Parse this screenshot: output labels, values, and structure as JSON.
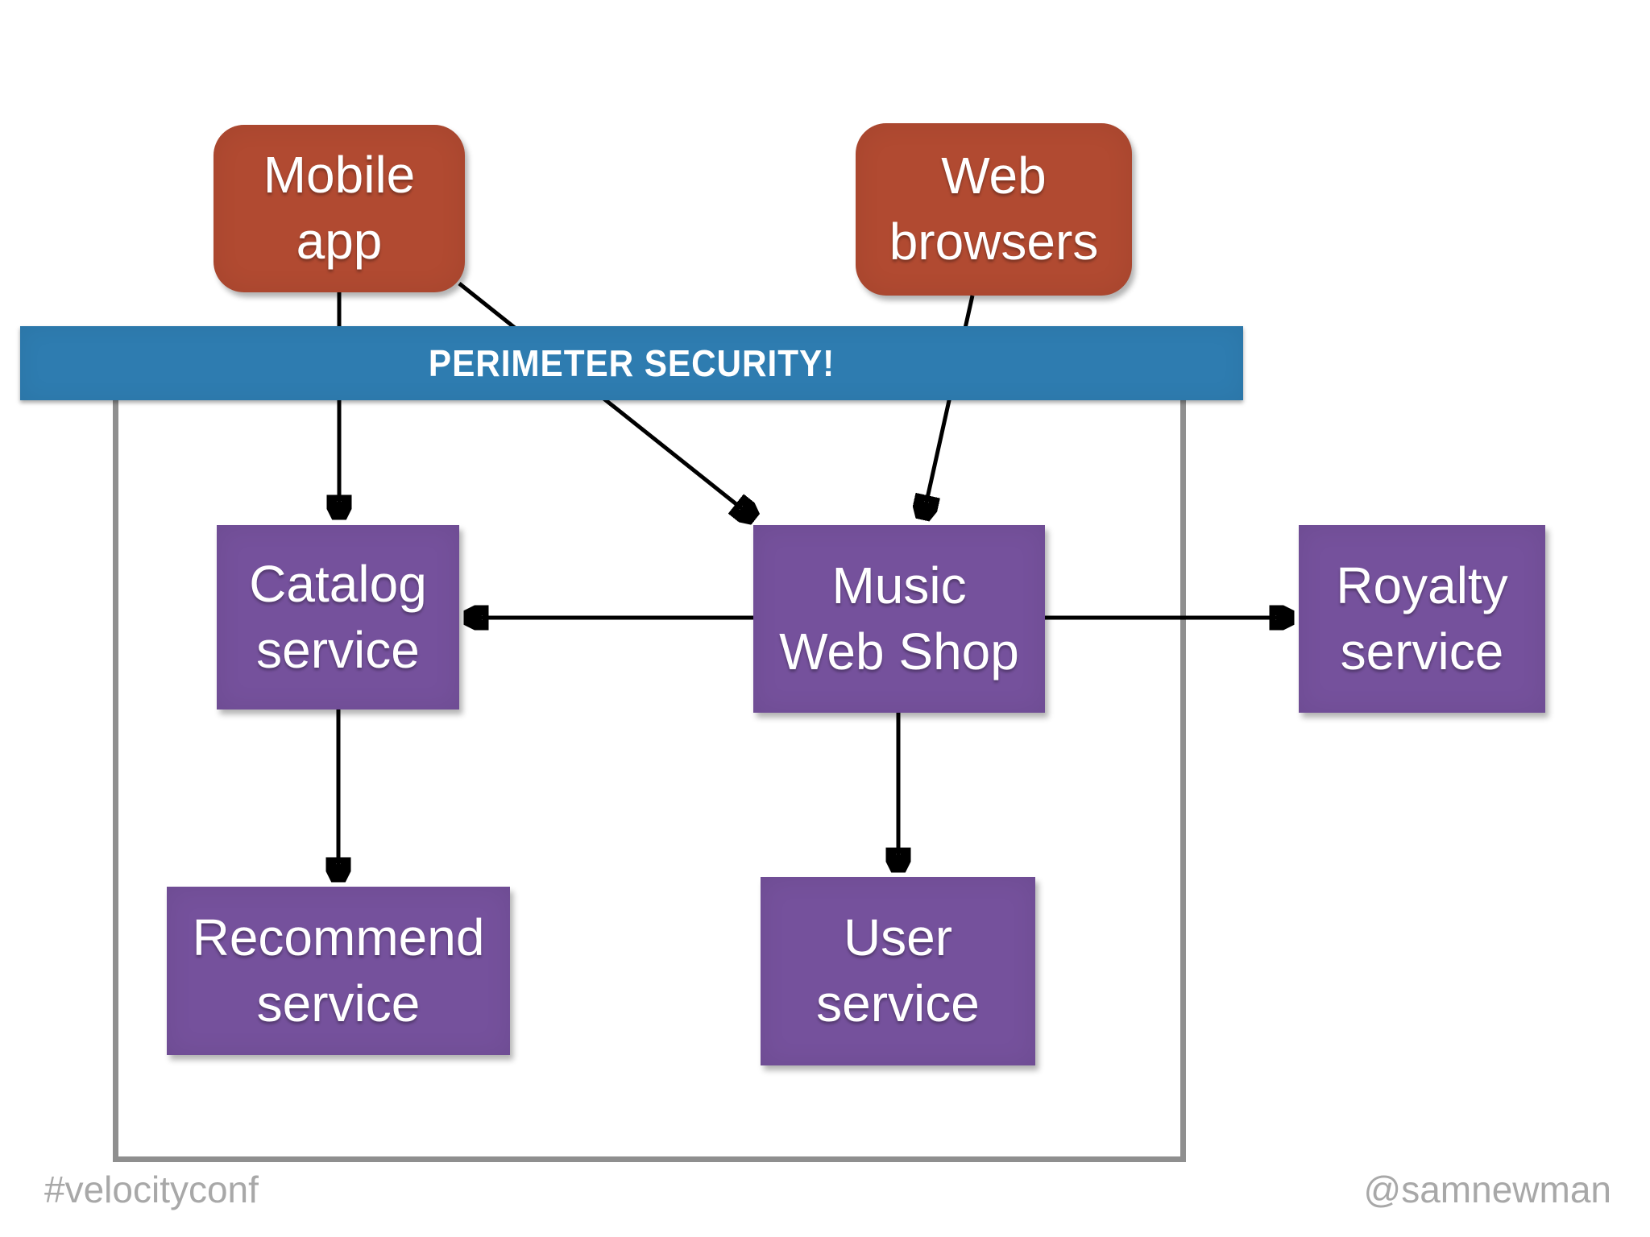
{
  "slide": {
    "type": "architecture-diagram",
    "security_bar": {
      "label": "PERIMETER SECURITY!"
    },
    "footer": {
      "left": "#velocityconf",
      "right": "@samnewman"
    }
  },
  "nodes": [
    {
      "id": "mobile-app",
      "label": "Mobile\napp",
      "type": "external-client"
    },
    {
      "id": "web-browsers",
      "label": "Web\nbrowsers",
      "type": "external-client"
    },
    {
      "id": "catalog-service",
      "label": "Catalog\nservice",
      "type": "service"
    },
    {
      "id": "music-web-shop",
      "label": "Music\nWeb Shop",
      "type": "service"
    },
    {
      "id": "royalty-service",
      "label": "Royalty\nservice",
      "type": "service"
    },
    {
      "id": "recommend-service",
      "label": "Recommend\nservice",
      "type": "service"
    },
    {
      "id": "user-service",
      "label": "User\nservice",
      "type": "service"
    }
  ],
  "edges": [
    {
      "from": "mobile-app",
      "to": "catalog-service"
    },
    {
      "from": "mobile-app",
      "to": "music-web-shop"
    },
    {
      "from": "web-browsers",
      "to": "music-web-shop"
    },
    {
      "from": "music-web-shop",
      "to": "catalog-service"
    },
    {
      "from": "music-web-shop",
      "to": "royalty-service"
    },
    {
      "from": "catalog-service",
      "to": "recommend-service"
    },
    {
      "from": "music-web-shop",
      "to": "user-service"
    }
  ],
  "trust_boundary": {
    "contains": [
      "catalog-service",
      "music-web-shop",
      "recommend-service",
      "user-service"
    ]
  },
  "colors": {
    "external_node": "#b14a31",
    "service_node": "#75519c",
    "security_bar": "#2e7cb0",
    "boundary_border": "#8f8f8f",
    "arrow": "#000000",
    "node_text": "#ffffff",
    "footer_text": "#a8a8a8"
  }
}
